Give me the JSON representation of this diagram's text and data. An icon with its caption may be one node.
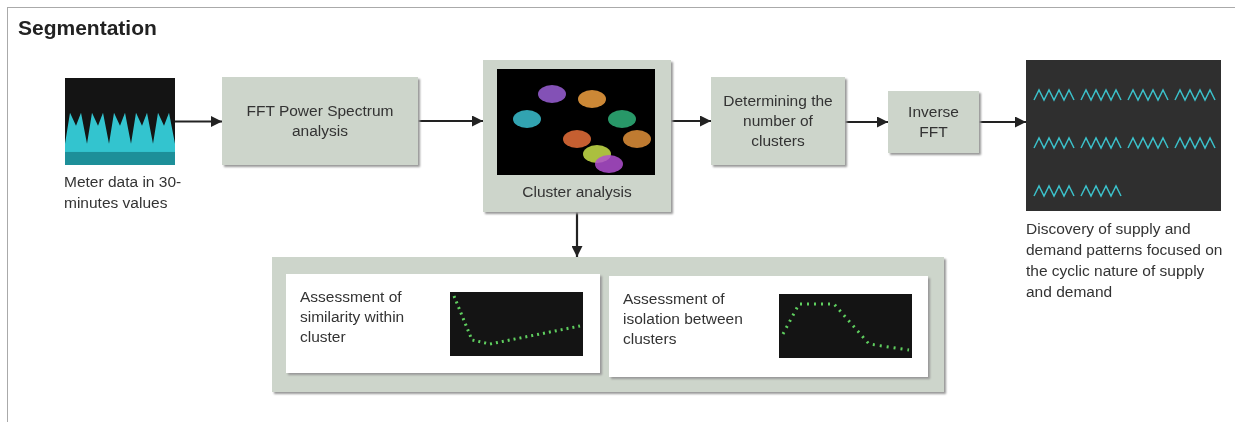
{
  "diagram": {
    "title": "Segmentation",
    "nodes": [
      {
        "text": [],
        "shape": "picture",
        "beside": [
          "Meter data in 30-minutes values"
        ]
      },
      {
        "text": [
          "FFT Power Spectrum analysis"
        ]
      },
      {
        "text": [
          "Cluster analysis"
        ]
      },
      {
        "text": [],
        "shape": "picture",
        "in": 2
      },
      {
        "text": [
          "Determining the number of clusters"
        ]
      },
      {
        "text": [
          "Inverse FFT"
        ]
      },
      {
        "text": [],
        "shape": "picture",
        "beside": [
          "Discovery of supply and demand patterns focused on the cyclic nature of supply and demand"
        ]
      },
      {
        "text": [],
        "shape": "box"
      },
      {
        "text": [
          "Assessment of similarity within cluster"
        ],
        "in": 7
      },
      {
        "text": [],
        "shape": "picture",
        "in": 8
      },
      {
        "text": [
          "Assessment of isolation between clusters"
        ],
        "in": 7
      },
      {
        "text": [],
        "shape": "picture",
        "in": 10
      }
    ],
    "edges": [
      {
        "from": 0,
        "to": 1,
        "arrow": "to"
      },
      {
        "from": 1,
        "to": 2,
        "arrow": "to"
      },
      {
        "from": 2,
        "to": 4,
        "arrow": "to"
      },
      {
        "from": 4,
        "to": 5,
        "arrow": "to"
      },
      {
        "from": 5,
        "to": 6,
        "arrow": "to"
      },
      {
        "from": 2,
        "to": 7,
        "arrow": "to"
      }
    ]
  }
}
